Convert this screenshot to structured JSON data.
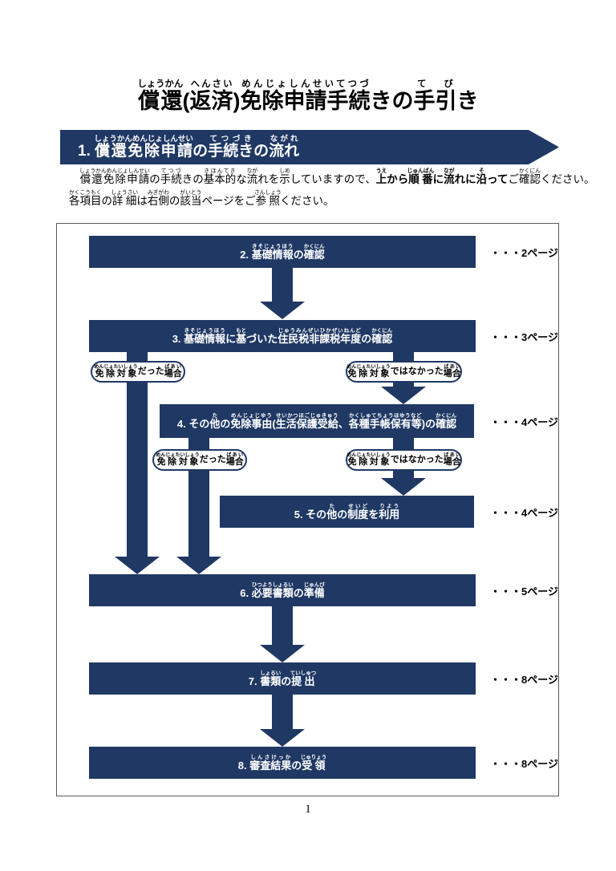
{
  "colors": {
    "navy": "#1f3864",
    "box_text": "#ffffff",
    "body_text": "#000000",
    "frame_border": "#595959"
  },
  "title": {
    "segments": [
      {
        "t": "償還",
        "r": "しょうかん"
      },
      {
        "t": "("
      },
      {
        "t": "返済",
        "r": "へんさい"
      },
      {
        "t": ")"
      },
      {
        "t": "免除申請手続",
        "r": "めんじょしんせいてつづ"
      },
      {
        "t": "きの"
      },
      {
        "t": "手引",
        "r": "て び"
      },
      {
        "t": "き"
      }
    ]
  },
  "banner": {
    "segments": [
      {
        "t": "1. "
      },
      {
        "t": "償還免除申請",
        "r": "しょうかんめんじょしんせい"
      },
      {
        "t": "の"
      },
      {
        "t": "手続き",
        "r": "てつづき"
      },
      {
        "t": "の"
      },
      {
        "t": "流れ",
        "r": "ながれ"
      }
    ]
  },
  "intro": {
    "line1": [
      {
        "t": "償還免除申請",
        "r": "しょうかんめんじょしんせい"
      },
      {
        "t": "の"
      },
      {
        "t": "手続",
        "r": "てつづ"
      },
      {
        "t": "きの"
      },
      {
        "t": "基本的",
        "r": "きほんてき"
      },
      {
        "t": "な"
      },
      {
        "t": "流",
        "r": "なが"
      },
      {
        "t": "れを"
      },
      {
        "t": "示",
        "r": "しめ"
      },
      {
        "t": "していますので、"
      },
      {
        "t": "上",
        "r": "うえ",
        "b": true
      },
      {
        "t": "から",
        "b": true
      },
      {
        "t": "順番",
        "r": "じゅんばん",
        "b": true
      },
      {
        "t": "に",
        "b": true
      },
      {
        "t": "流",
        "r": "なが",
        "b": true
      },
      {
        "t": "れに",
        "b": true
      },
      {
        "t": "沿",
        "r": "そ",
        "b": true
      },
      {
        "t": "って",
        "b": true
      },
      {
        "t": "ご"
      },
      {
        "t": "確認",
        "r": "かくにん"
      },
      {
        "t": "ください。"
      }
    ],
    "line2": [
      {
        "t": "各項目",
        "r": "かくこうもく"
      },
      {
        "t": "の"
      },
      {
        "t": "詳細",
        "r": "しょうさい"
      },
      {
        "t": "は"
      },
      {
        "t": "右側",
        "r": "みぎがわ"
      },
      {
        "t": "の"
      },
      {
        "t": "該当",
        "r": "がいとう"
      },
      {
        "t": "ページをご"
      },
      {
        "t": "参照",
        "r": "さんしょう"
      },
      {
        "t": "ください。"
      }
    ]
  },
  "flowchart": {
    "steps": [
      {
        "page_ref": "・・・2ページ",
        "segments": [
          {
            "t": "2. "
          },
          {
            "t": "基礎情報",
            "r": "きそじょうほう"
          },
          {
            "t": "の"
          },
          {
            "t": "確認",
            "r": "かくにん"
          }
        ]
      },
      {
        "page_ref": "・・・3ページ",
        "segments": [
          {
            "t": "3. "
          },
          {
            "t": "基礎情報",
            "r": "きそじょうほう"
          },
          {
            "t": "に"
          },
          {
            "t": "基",
            "r": "もと"
          },
          {
            "t": "づいた"
          },
          {
            "t": "住民税非課税年度",
            "r": "じゅうみんぜいひかぜいねんど"
          },
          {
            "t": "の"
          },
          {
            "t": "確認",
            "r": "かくにん"
          }
        ]
      },
      {
        "page_ref": "・・・4ページ",
        "segments": [
          {
            "t": "4. その"
          },
          {
            "t": "他",
            "r": "た"
          },
          {
            "t": "の"
          },
          {
            "t": "免除事由",
            "r": "めんじょじゆう"
          },
          {
            "t": "("
          },
          {
            "t": "生活保護受給",
            "r": "せいかつほごじゅきゅう"
          },
          {
            "t": "、"
          },
          {
            "t": "各種手帳保有等",
            "r": "かくしゅてちょうほゆうなど"
          },
          {
            "t": ")の"
          },
          {
            "t": "確認",
            "r": "かくにん"
          }
        ]
      },
      {
        "page_ref": "・・・4ページ",
        "segments": [
          {
            "t": "5. その"
          },
          {
            "t": "他",
            "r": "た"
          },
          {
            "t": "の"
          },
          {
            "t": "制度",
            "r": "せいど"
          },
          {
            "t": "を"
          },
          {
            "t": "利用",
            "r": "りよう"
          }
        ]
      },
      {
        "page_ref": "・・・5ページ",
        "segments": [
          {
            "t": "6. "
          },
          {
            "t": "必要書類",
            "r": "ひつようしょるい"
          },
          {
            "t": "の"
          },
          {
            "t": "準備",
            "r": "じゅんび"
          }
        ]
      },
      {
        "page_ref": "・・・8ページ",
        "segments": [
          {
            "t": "7. "
          },
          {
            "t": "書類",
            "r": "しょるい"
          },
          {
            "t": "の"
          },
          {
            "t": "提出",
            "r": "ていしゅつ"
          }
        ]
      },
      {
        "page_ref": "・・・8ページ",
        "segments": [
          {
            "t": "8. "
          },
          {
            "t": "審査結果",
            "r": "しんさけっか"
          },
          {
            "t": "の"
          },
          {
            "t": "受領",
            "r": "じゅりょう"
          }
        ]
      }
    ],
    "decisions": {
      "exempt": [
        {
          "t": "免除対象",
          "r": "めんじょたいしょう"
        },
        {
          "t": "だった"
        },
        {
          "t": "場合",
          "r": "ばあい"
        }
      ],
      "not_exempt": [
        {
          "t": "免除対象",
          "r": "めんじょたいしょう"
        },
        {
          "t": "ではなかった"
        },
        {
          "t": "場合",
          "r": "ばあい"
        }
      ]
    }
  },
  "footer": {
    "page_number": "1"
  }
}
